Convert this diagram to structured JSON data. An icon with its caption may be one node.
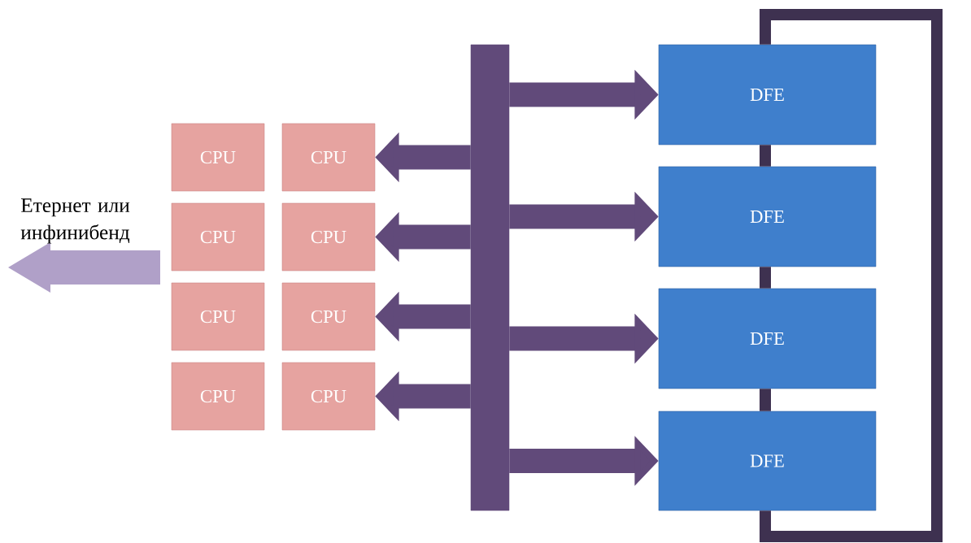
{
  "diagram": {
    "nodes": [
      {
        "text": [
          "CPU"
        ]
      },
      {
        "text": [
          "CPU"
        ]
      },
      {
        "text": [
          "CPU"
        ]
      },
      {
        "text": [
          "CPU"
        ]
      },
      {
        "text": [
          "CPU"
        ]
      },
      {
        "text": [
          "CPU"
        ]
      },
      {
        "text": [
          "CPU"
        ]
      },
      {
        "text": [
          "CPU"
        ]
      },
      {
        "text": [
          "DFE"
        ]
      },
      {
        "text": [
          "DFE"
        ]
      },
      {
        "text": [
          "DFE"
        ]
      },
      {
        "text": [
          "DFE"
        ]
      },
      {
        "text": [],
        "shape": "bar"
      }
    ],
    "edges": [
      {
        "from": 12,
        "to": 1,
        "arrow": "to"
      },
      {
        "from": 12,
        "to": 3,
        "arrow": "to"
      },
      {
        "from": 12,
        "to": 5,
        "arrow": "to"
      },
      {
        "from": 12,
        "to": 7,
        "arrow": "to"
      },
      {
        "from": 12,
        "to": 8,
        "arrow": "to"
      },
      {
        "from": 12,
        "to": 9,
        "arrow": "to"
      },
      {
        "from": 12,
        "to": 10,
        "arrow": "to"
      },
      {
        "from": 12,
        "to": 11,
        "arrow": "to"
      },
      {
        "from": 8,
        "to": 9,
        "arrow": "none",
        "color": "#3e3150"
      },
      {
        "from": 9,
        "to": 10,
        "arrow": "none",
        "color": "#3e3150"
      },
      {
        "from": 10,
        "to": 11,
        "arrow": "none",
        "color": "#3e3150"
      },
      {
        "from": 11,
        "to": 8,
        "arrow": "none",
        "color": "#3e3150"
      }
    ],
    "labels": [
      "Етернет или инфинибенд"
    ]
  }
}
